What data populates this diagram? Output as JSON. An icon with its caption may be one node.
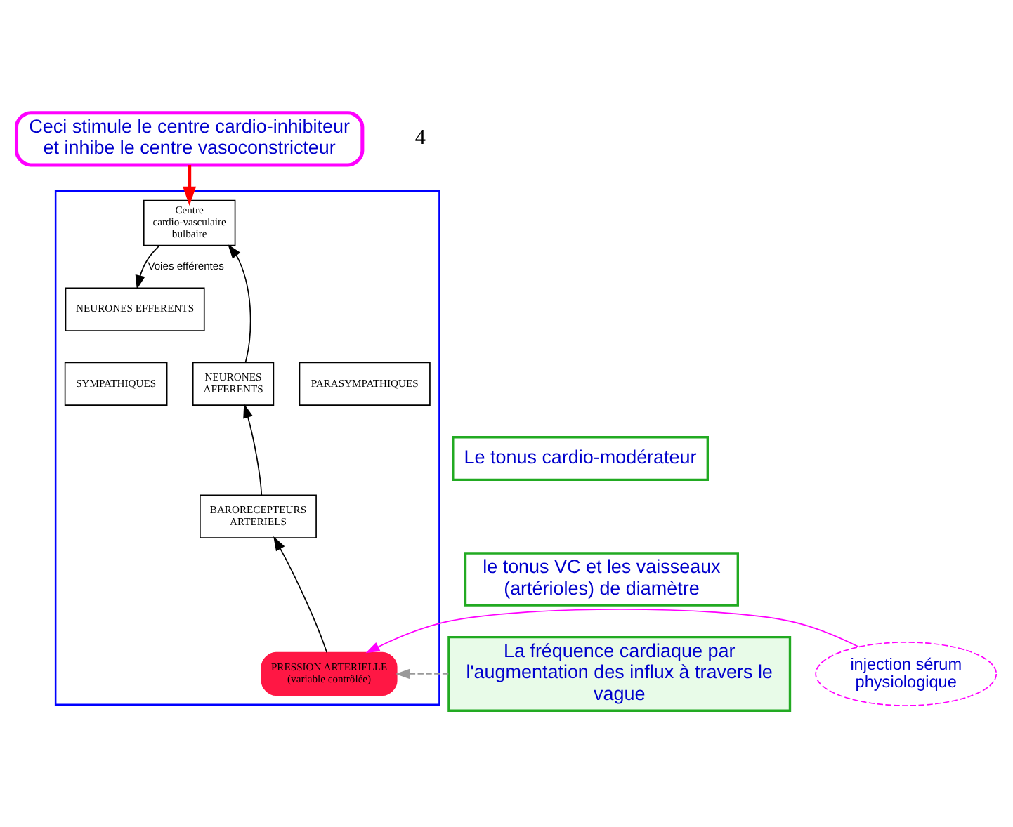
{
  "diagram": {
    "nodes": [
      {
        "text": [
          "Ceci stimule le centre cardio-inhibiteur et inhibe le centre vasoconstricteur"
        ]
      },
      {
        "text": [],
        "shape": "box"
      },
      {
        "text": [
          "Centre cardio-vasculaire bulbaire"
        ],
        "in": 1
      },
      {
        "text": [
          "NEURONES EFFERENTS"
        ],
        "in": 1
      },
      {
        "text": [
          "SYMPATHIQUES"
        ],
        "in": 1
      },
      {
        "text": [
          "PARASYMPATHIQUES"
        ],
        "in": 1
      },
      {
        "text": [
          "NEURONES AFFERENTS"
        ],
        "in": 1
      },
      {
        "text": [
          "BARORECEPTEURS ARTERIELS"
        ],
        "in": 1
      },
      {
        "text": [
          "PRESSION ARTERIELLE",
          "(variable contrôlée)"
        ],
        "in": 1
      },
      {
        "text": [
          "Le tonus cardio-modérateur"
        ]
      },
      {
        "text": [
          "le tonus VC et les vaisseaux (artérioles) de diamètre"
        ]
      },
      {
        "text": [
          "La fréquence cardiaque par l'augmentation des influx à travers le vague"
        ]
      },
      {
        "text": [
          "injection sérum physiologique"
        ]
      }
    ],
    "edges": [
      {
        "from": 0,
        "to": 2,
        "arrow": "to",
        "style": "thick",
        "color": "#ff0000"
      },
      {
        "from": 6,
        "to": 2,
        "arrow": "to"
      },
      {
        "from": 2,
        "to": 3,
        "arrow": "to",
        "label": "Voies efférentes"
      },
      {
        "from": 8,
        "to": 7,
        "arrow": "to"
      },
      {
        "from": 7,
        "to": 6,
        "arrow": "to"
      },
      {
        "from": 12,
        "to": 8,
        "arrow": "to",
        "color": "#ff00ff"
      },
      {
        "from": 11,
        "to": 8,
        "arrow": "to",
        "style": "dashed",
        "color": "#999999"
      }
    ],
    "labels": [
      "4"
    ]
  }
}
